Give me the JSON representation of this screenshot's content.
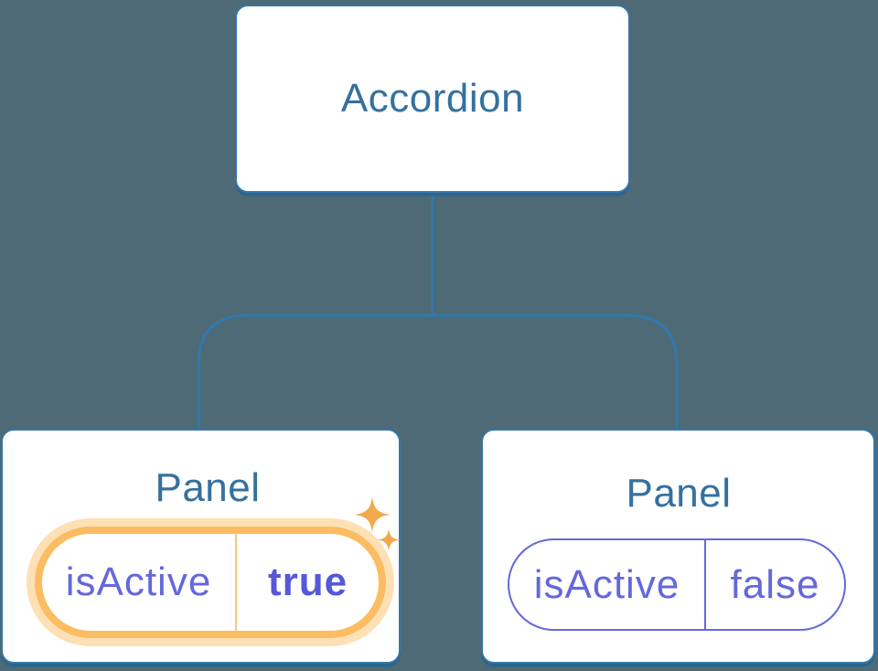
{
  "diagram": {
    "root": {
      "label": "Accordion"
    },
    "panels": [
      {
        "title": "Panel",
        "state_name": "isActive",
        "state_value": "true",
        "highlighted": true
      },
      {
        "title": "Panel",
        "state_name": "isActive",
        "state_value": "false",
        "highlighted": false
      }
    ],
    "icons": {
      "sparkles": "✦"
    }
  },
  "colors": {
    "background": "#4D6A76",
    "connector_blue": "#3577A6",
    "node_border_blue": "#3577A6",
    "node_shadow_blue": "#2D648D",
    "node_text_blue": "#35719E",
    "state_purple": "#6468DB",
    "state_purple_bold": "#5558D8",
    "highlight_orange": "#FBBC62",
    "highlight_glow_orange": "#FDE0B4",
    "highlight_divider_orange": "#F7C983",
    "sparkle_orange": "#F2A94E"
  }
}
